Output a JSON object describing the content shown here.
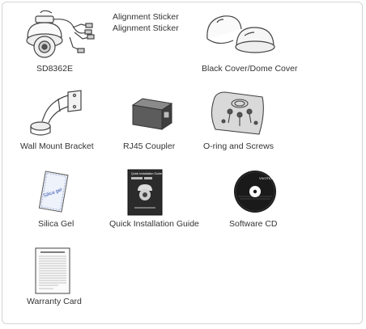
{
  "panel": {
    "sticker_line_1": "Alignment Sticker",
    "sticker_line_2": "Alignment Sticker"
  },
  "items": {
    "camera": {
      "label": "SD8362E",
      "icon": "dome-camera-icon"
    },
    "cover": {
      "label": "Black Cover/Dome Cover",
      "icon": "dome-cover-icon"
    },
    "bracket": {
      "label": "Wall Mount Bracket",
      "icon": "wall-mount-bracket-icon"
    },
    "coupler": {
      "label": "RJ45 Coupler",
      "icon": "rj45-coupler-icon"
    },
    "screws": {
      "label": "O-ring and Screws",
      "icon": "screws-bag-icon"
    },
    "silica": {
      "label": "Silica Gel",
      "icon": "silica-gel-icon",
      "packet_text": "Silica gel"
    },
    "guide": {
      "label": "Quick Installation Guide",
      "icon": "guide-booklet-icon",
      "cover_title": "Quick Installation Guide"
    },
    "cd": {
      "label": "Software CD",
      "icon": "software-cd-icon",
      "brand": "VIVOTEK"
    },
    "warranty": {
      "label": "Warranty Card",
      "icon": "warranty-card-icon"
    }
  },
  "colors": {
    "border": "#d4d4d4",
    "text": "#333333",
    "line_art": "#444444",
    "cd_dark": "#1a1a1a"
  }
}
